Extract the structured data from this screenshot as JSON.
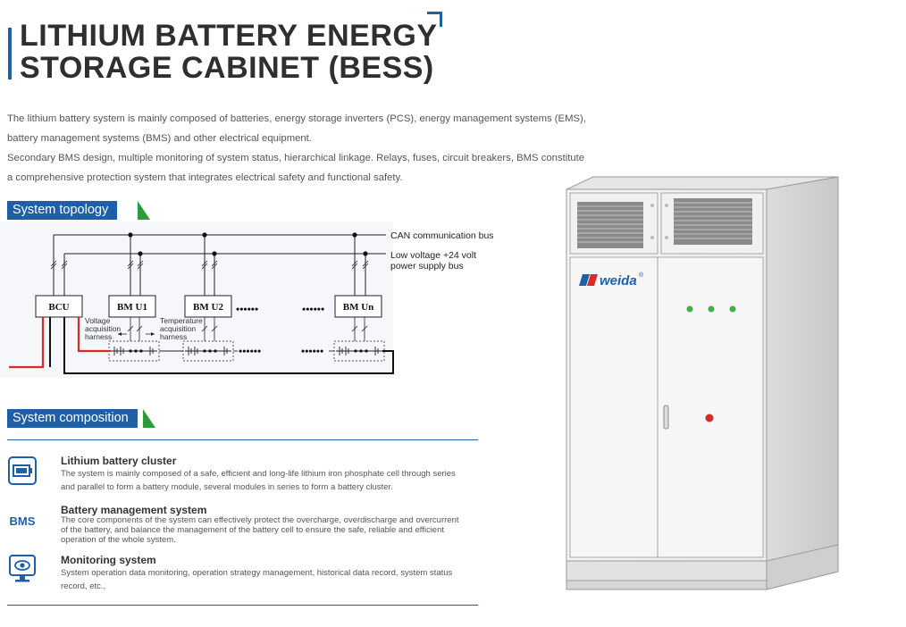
{
  "header": {
    "title_line1": "LITHIUM BATTERY ENERGY",
    "title_line2": "STORAGE CABINET (BESS)"
  },
  "intro": {
    "para1_line1": "The lithium battery system is mainly composed of batteries, energy storage inverters (PCS), energy management systems (EMS),",
    "para1_line2": "battery management systems (BMS) and other electrical equipment.",
    "para2_line1": "Secondary BMS design, multiple monitoring of system status, hierarchical linkage. Relays, fuses, circuit breakers, BMS constitute",
    "para2_line2": "a comprehensive protection system that integrates electrical safety and functional safety."
  },
  "topology": {
    "section_label": "System topology",
    "can_bus": "CAN communication bus",
    "power_bus_line1": "Low voltage +24 volt",
    "power_bus_line2": "power supply bus",
    "bcu": "BCU",
    "bmu1": "BM U1",
    "bmu2": "BM U2",
    "bmun": "BM Un",
    "voltage_line1": "Voltage",
    "voltage_line2": "acquisition",
    "voltage_line3": "harness",
    "temp_line1": "Temperature",
    "temp_line2": "acquisition",
    "temp_line3": "harness",
    "dots": "••••••"
  },
  "composition": {
    "section_label": "System composition",
    "items": [
      {
        "title": "Lithium battery cluster",
        "desc_line1": "The system is mainly composed of a safe, efficient and long-life lithium iron phosphate cell through series",
        "desc_line2": "and parallel to form a battery module, several modules in series to form a battery cluster."
      },
      {
        "title": "Battery management system",
        "icon_text": "BMS",
        "desc_line1": "The core components of the system can effectively protect the overcharge, overdischarge and overcurrent",
        "desc_line2": "of the battery, and balance the management of the battery cell to ensure the safe, reliable and efficient",
        "desc_line3": "operation of the whole system."
      },
      {
        "title": "Monitoring system",
        "desc_line1": "System operation data monitoring, operation strategy management, historical data record, system status",
        "desc_line2": "record, etc.,"
      }
    ]
  },
  "product": {
    "brand": "weida",
    "registered": "®"
  },
  "colors": {
    "accent_blue": "#1f5fa8",
    "accent_green": "#2e9a3e",
    "wire_red": "#d62b2b",
    "led_green": "#3cb043"
  }
}
